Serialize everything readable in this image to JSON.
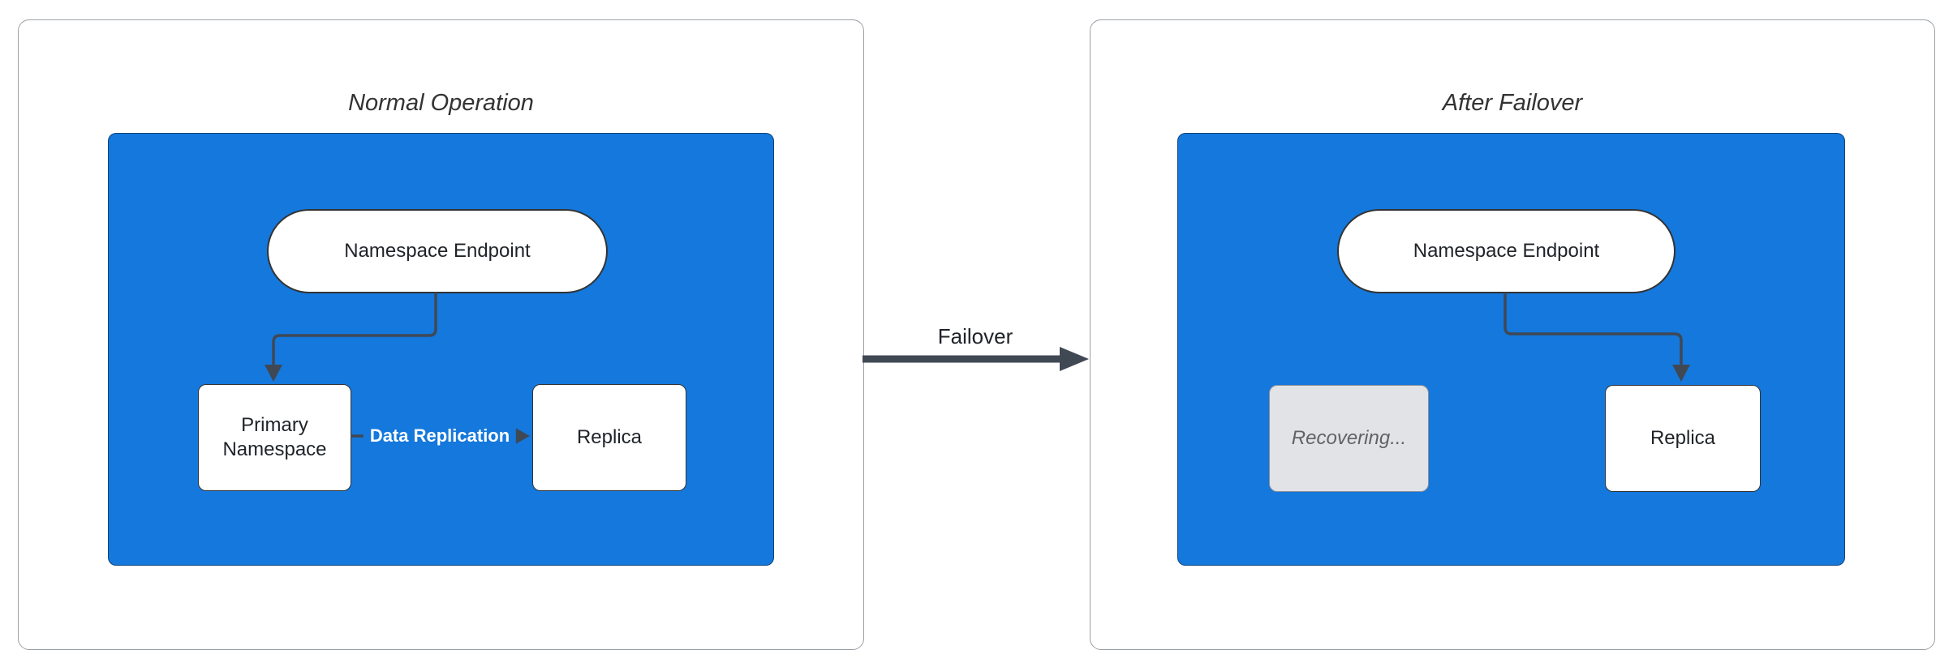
{
  "left_panel": {
    "title": "Normal Operation",
    "endpoint_label": "Namespace Endpoint",
    "primary_label": "Primary Namespace",
    "replication_edge_label": "Data Replication",
    "replica_label": "Replica"
  },
  "failover": {
    "label": "Failover"
  },
  "right_panel": {
    "title": "After Failover",
    "endpoint_label": "Namespace Endpoint",
    "recovering_label": "Recovering...",
    "replica_label": "Replica"
  },
  "colors": {
    "container_fill": "#1478dc",
    "arrow": "#404854",
    "node_border": "#333333",
    "node_fill": "#ffffff",
    "panel_border": "#9aa0a6",
    "recovering_fill": "#e1e3e6",
    "recovering_border": "#8a8f98",
    "recovering_text": "#5f6368",
    "title_text": "#333333",
    "edge_label_text": "#ffffff",
    "node_text": "#1f2328"
  }
}
